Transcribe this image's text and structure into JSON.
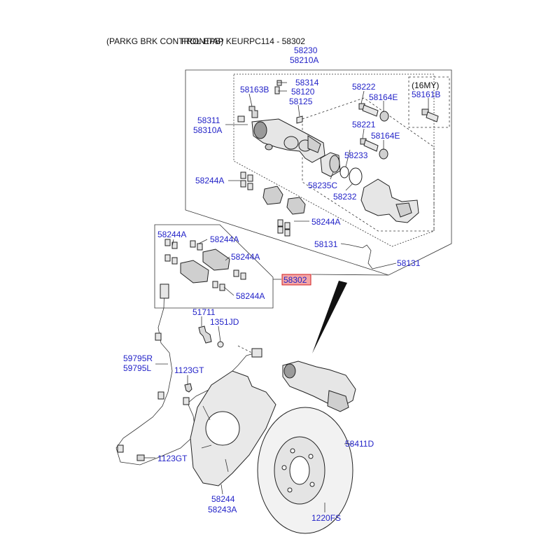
{
  "header": {
    "left_text": "(PARKG BRK CONTROL-EPB)",
    "right_text": "FRONT/AP KEURPC114 - 58302"
  },
  "colors": {
    "label_blue": "#2323c8",
    "label_black": "#111111",
    "line": "#333333",
    "highlight_fill": "#f4a6a6",
    "highlight_border": "#d21e1e",
    "part_fill": "#e6e6e6",
    "part_shadow": "#9a9a9a"
  },
  "labels": {
    "l58230": "58230",
    "l58210A": "58210A",
    "l58314": "58314",
    "l58163B": "58163B",
    "l58120": "58120",
    "l58125": "58125",
    "l58222": "58222",
    "l58164E_1": "58164E",
    "l16MY": "(16MY)",
    "l58161B": "58161B",
    "l58311": "58311",
    "l58310A": "58310A",
    "l58221": "58221",
    "l58164E_2": "58164E",
    "l58233": "58233",
    "l58235C": "58235C",
    "l58232": "58232",
    "l58244A_1": "58244A",
    "l58244A_2": "58244A",
    "l58244A_3": "58244A",
    "l58244A_4": "58244A",
    "l58244A_5": "58244A",
    "l58244A_6": "58244A",
    "l58131_1": "58131",
    "l58131_2": "58131",
    "l58302": "58302",
    "l51711": "51711",
    "l1351JD": "1351JD",
    "l59795R": "59795R",
    "l59795L": "59795L",
    "l1123GT_1": "1123GT",
    "l1123GT_2": "1123GT",
    "l58411D": "58411D",
    "l58244": "58244",
    "l58243A": "58243A",
    "l1220FS": "1220FS"
  }
}
